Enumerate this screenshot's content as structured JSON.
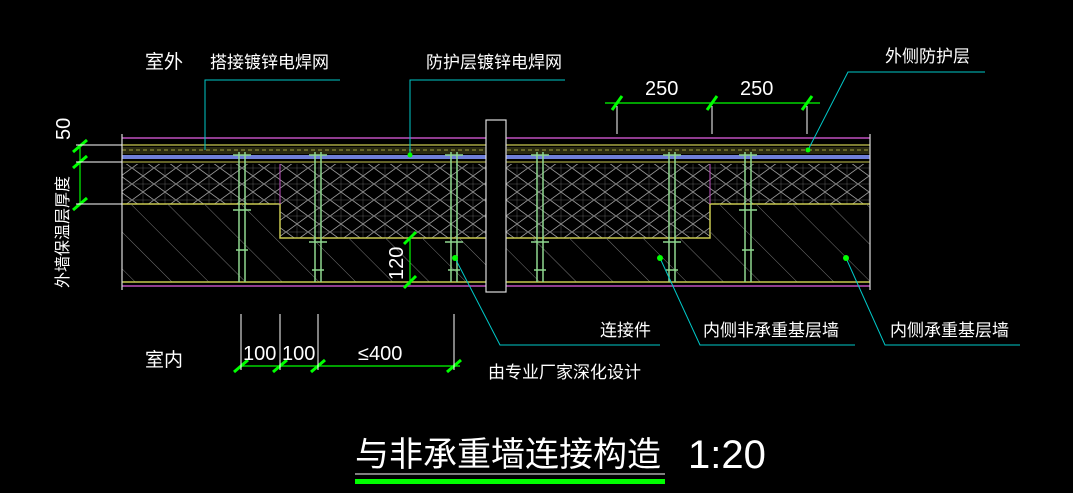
{
  "labels": {
    "outdoor": "室外",
    "indoor": "室内",
    "lap_mesh": "搭接镀锌电焊网",
    "protect_mesh": "防护层镀锌电焊网",
    "outer_protect": "外侧防护层",
    "connector": "连接件",
    "designer_note": "由专业厂家深化设计",
    "inner_nonbearing": "内侧非承重基层墙",
    "inner_bearing": "内侧承重基层墙",
    "insulation_thickness": "外墙保温层厚度"
  },
  "dimensions": {
    "top_50": "50",
    "dim_250_a": "250",
    "dim_250_b": "250",
    "dim_120": "120",
    "dim_100_a": "100",
    "dim_100_b": "100",
    "dim_le400": "≤400"
  },
  "title": {
    "text": "与非承重墙连接构造",
    "scale": "1:20"
  },
  "colors": {
    "background": "#000000",
    "mesh_blue": "#6f7fd8",
    "wall_yellow": "#c8c850",
    "dim_green": "#00ff00",
    "leader_cyan": "#00c8c8",
    "connector_green": "#8fd88f",
    "magenta": "#c050c0",
    "title_underline": "#00ff00"
  }
}
